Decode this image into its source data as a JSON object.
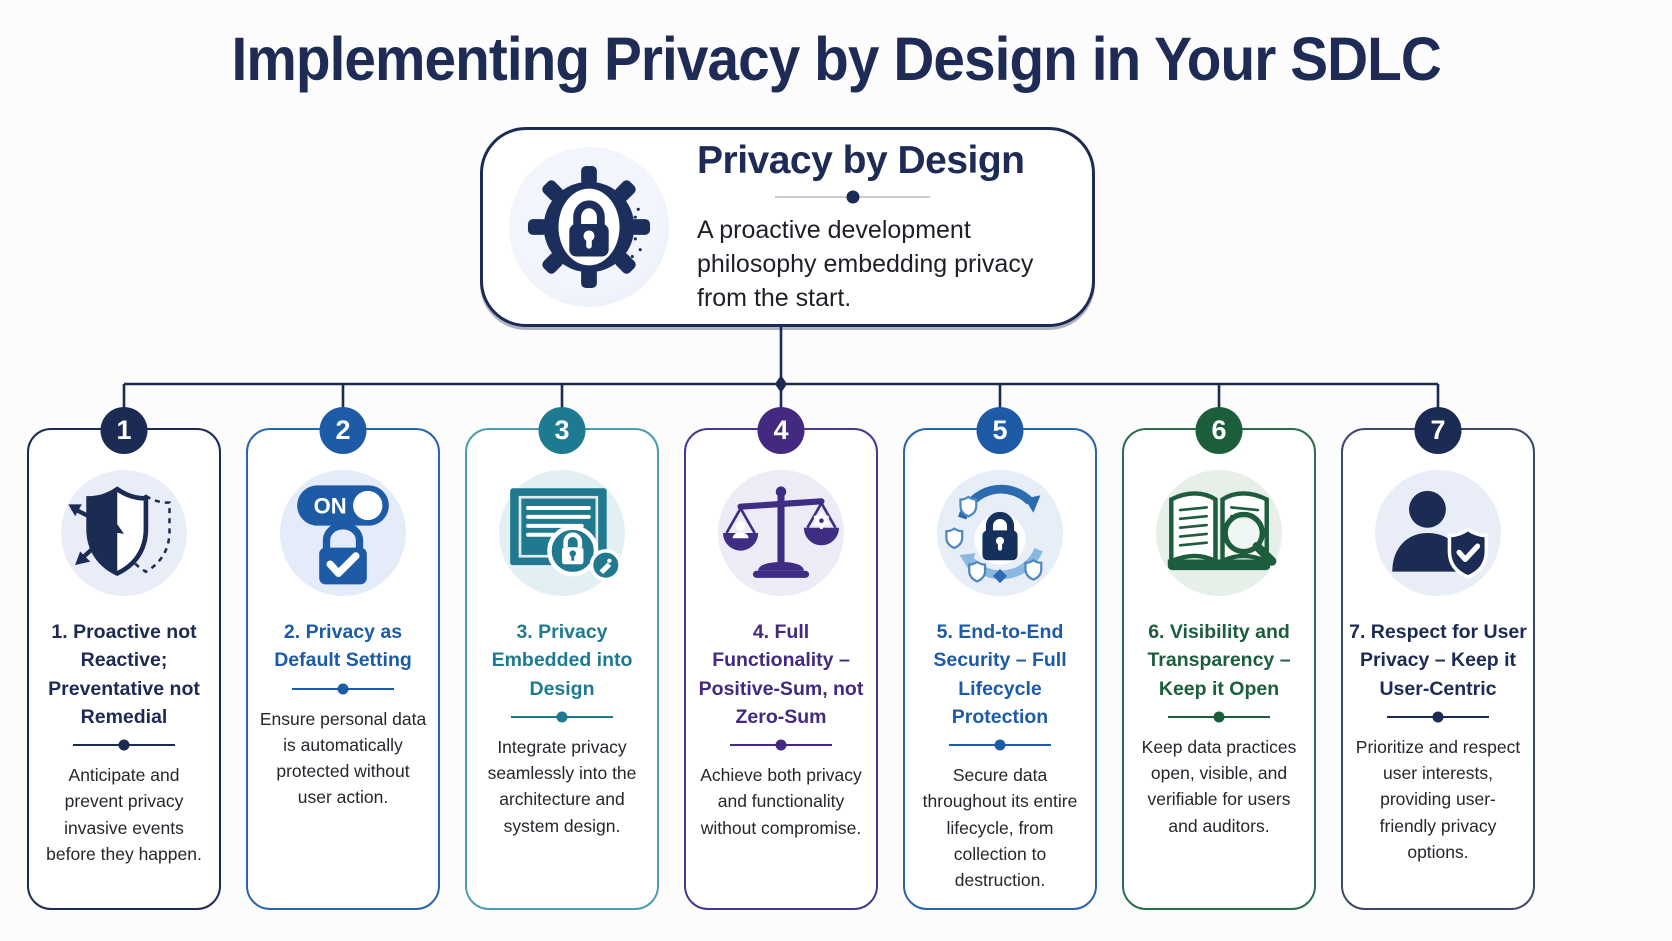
{
  "title": "Implementing Privacy by Design in Your SDLC",
  "colors": {
    "navy": "#1c2b53",
    "blue": "#1d5ba6",
    "teal": "#1e7a90",
    "purple": "#43297f",
    "green": "#1c5e3b",
    "connector_line": "#1c2b53",
    "body_text": "#26262c",
    "background": "#fcfcfd"
  },
  "hub": {
    "icon": "gear-lock-icon",
    "title": "Privacy by Design",
    "description": "A proactive development philosophy embedding privacy from the start."
  },
  "principles": [
    {
      "number": "1",
      "icon": "shield-arrow-icon",
      "title": "1. Proactive not Reactive; Preventative not Remedial",
      "description": "Anticipate and prevent privacy invasive events before they happen.",
      "accent": "#1c2b53",
      "border": "#1c2b53",
      "icon_bg": "#e9edf7"
    },
    {
      "number": "2",
      "icon": "toggle-lock-icon",
      "title": "2. Privacy as Default Setting",
      "description": "Ensure personal data is automatically protected without user action.",
      "accent": "#1d5ba6",
      "border": "#2a64ab",
      "icon_bg": "#e3ecf8"
    },
    {
      "number": "3",
      "icon": "blueprint-lock-icon",
      "title": "3. Privacy Embedded into Design",
      "description": "Integrate privacy seamlessly into the architecture and system design.",
      "accent": "#1e7a90",
      "border": "#4f9cb2",
      "icon_bg": "#e2f0f4"
    },
    {
      "number": "4",
      "icon": "balance-scale-icon",
      "title": "4. Full Functionality – Positive-Sum, not Zero-Sum",
      "description": "Achieve both privacy and functionality without compromise.",
      "accent": "#43297f",
      "border": "#4b3590",
      "icon_bg": "#ecebf6"
    },
    {
      "number": "5",
      "icon": "lifecycle-lock-icon",
      "title": "5. End-to-End Security – Full Lifecycle Protection",
      "description": "Secure data throughout its entire lifecycle, from collection to destruction.",
      "accent": "#1d5ba6",
      "border": "#2a64ab",
      "icon_bg": "#e8eef8"
    },
    {
      "number": "6",
      "icon": "open-book-magnifier-icon",
      "title": "6. Visibility and Transparency – Keep it Open",
      "description": "Keep data practices open, visible, and verifiable for users and auditors.",
      "accent": "#1c5e3b",
      "border": "#2a6e4a",
      "icon_bg": "#e7efe9"
    },
    {
      "number": "7",
      "icon": "user-shield-icon",
      "title": "7. Respect for User Privacy – Keep it User-Centric",
      "description": "Prioritize and respect user interests, providing user-friendly privacy options.",
      "accent": "#1c2b53",
      "border": "#3c486a",
      "icon_bg": "#e9edf7"
    }
  ]
}
